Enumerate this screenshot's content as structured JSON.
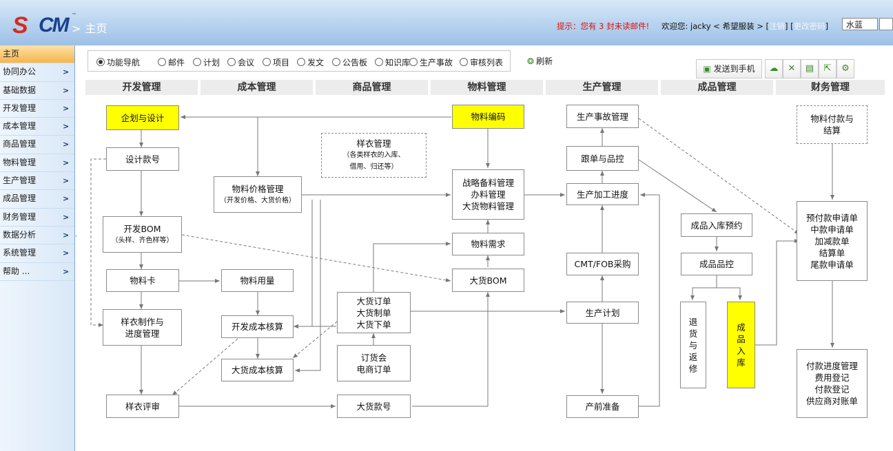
{
  "header": {
    "logo_s": "S",
    "logo_cm": "CM",
    "logo_tm": "™",
    "breadcrumb_sep": ">",
    "breadcrumb": "主页",
    "mail_hint": "提示：您有 3 封未读邮件!",
    "welcome_prefix": "欢迎您: jacky < 希望服装 > [",
    "logout": "注销",
    "sep": "] [",
    "change_pwd": "更改密码",
    "welcome_suffix": "]",
    "theme": "水蓝"
  },
  "sidebar": {
    "items": [
      {
        "label": "主页",
        "chevron": ""
      },
      {
        "label": "协同办公",
        "chevron": ">"
      },
      {
        "label": "基础数据",
        "chevron": ">"
      },
      {
        "label": "开发管理",
        "chevron": ">"
      },
      {
        "label": "成本管理",
        "chevron": ">"
      },
      {
        "label": "商品管理",
        "chevron": ">"
      },
      {
        "label": "物料管理",
        "chevron": ">"
      },
      {
        "label": "生产管理",
        "chevron": ">"
      },
      {
        "label": "成品管理",
        "chevron": ">"
      },
      {
        "label": "财务管理",
        "chevron": ">"
      },
      {
        "label": "数据分析",
        "chevron": ">"
      },
      {
        "label": "系统管理",
        "chevron": ">"
      },
      {
        "label": "帮助 ...",
        "chevron": ">"
      }
    ]
  },
  "radio_nav": {
    "options": [
      "功能导航",
      "邮件",
      "计划",
      "会议",
      "项目",
      "发文",
      "公告板",
      "知识库",
      "生产事故",
      "审核列表"
    ],
    "selected": "功能导航"
  },
  "refresh": {
    "icon": "refresh-icon",
    "label": "刷新"
  },
  "toolbar": {
    "send_label": "发送到手机",
    "icons": [
      "send-phone-icon",
      "cloud-icon",
      "fullscreen-icon",
      "save-icon",
      "export-icon",
      "settings-icon"
    ]
  },
  "categories": [
    "开发管理",
    "成本管理",
    "商品管理",
    "物料管理",
    "生产管理",
    "成品管理",
    "财务管理"
  ],
  "flow": {
    "planning_design": "企划与设计",
    "design_number": "设计款号",
    "dev_bom": "开发BOM",
    "dev_bom_sub": "（头样、齐色样等）",
    "material_card": "物料卡",
    "sample_making": "样衣制作与\n进度管理",
    "sample_review": "样衣评审",
    "material_price": "物料价格管理",
    "material_price_sub": "（开发价格、大货价格）",
    "material_usage": "物料用量",
    "dev_cost": "开发成本核算",
    "bulk_cost": "大货成本核算",
    "sample_mgmt": "样衣管理",
    "sample_mgmt_sub": "（各类样衣的入库、\n借用、归还等）",
    "bulk_order": "大货订单\n大货制单\n大货下单",
    "order_fair": "订货会\n电商订单",
    "bulk_style": "大货款号",
    "material_code": "物料编码",
    "strategic_material": "战略备料管理\n办料管理\n大货物料管理",
    "material_demand": "物料需求",
    "bulk_bom": "大货BOM",
    "prod_accident": "生产事故管理",
    "follow_qc": "跟单与品控",
    "prod_progress": "生产加工进度",
    "cmt_fob": "CMT/FOB采购",
    "prod_plan": "生产计划",
    "pre_prod": "产前准备",
    "fg_reservation": "成品入库预约",
    "fg_qc": "成品品控",
    "return_repair": "退\n货\n与\n返\n修",
    "fg_inbound": "成\n品\n入\n库",
    "material_payment": "物料付款与\n结算",
    "payment_requests": "预付款申请单\n中款申请单\n加减款单\n结算单\n尾款申请单",
    "payment_progress": "付款进度管理\n费用登记\n付款登记\n供应商对账单"
  },
  "colors": {
    "highlight": "#ffff00",
    "header_blue": "#9dc0e6",
    "active_orange": "#f6b54a",
    "hint_red": "#dd1111"
  }
}
